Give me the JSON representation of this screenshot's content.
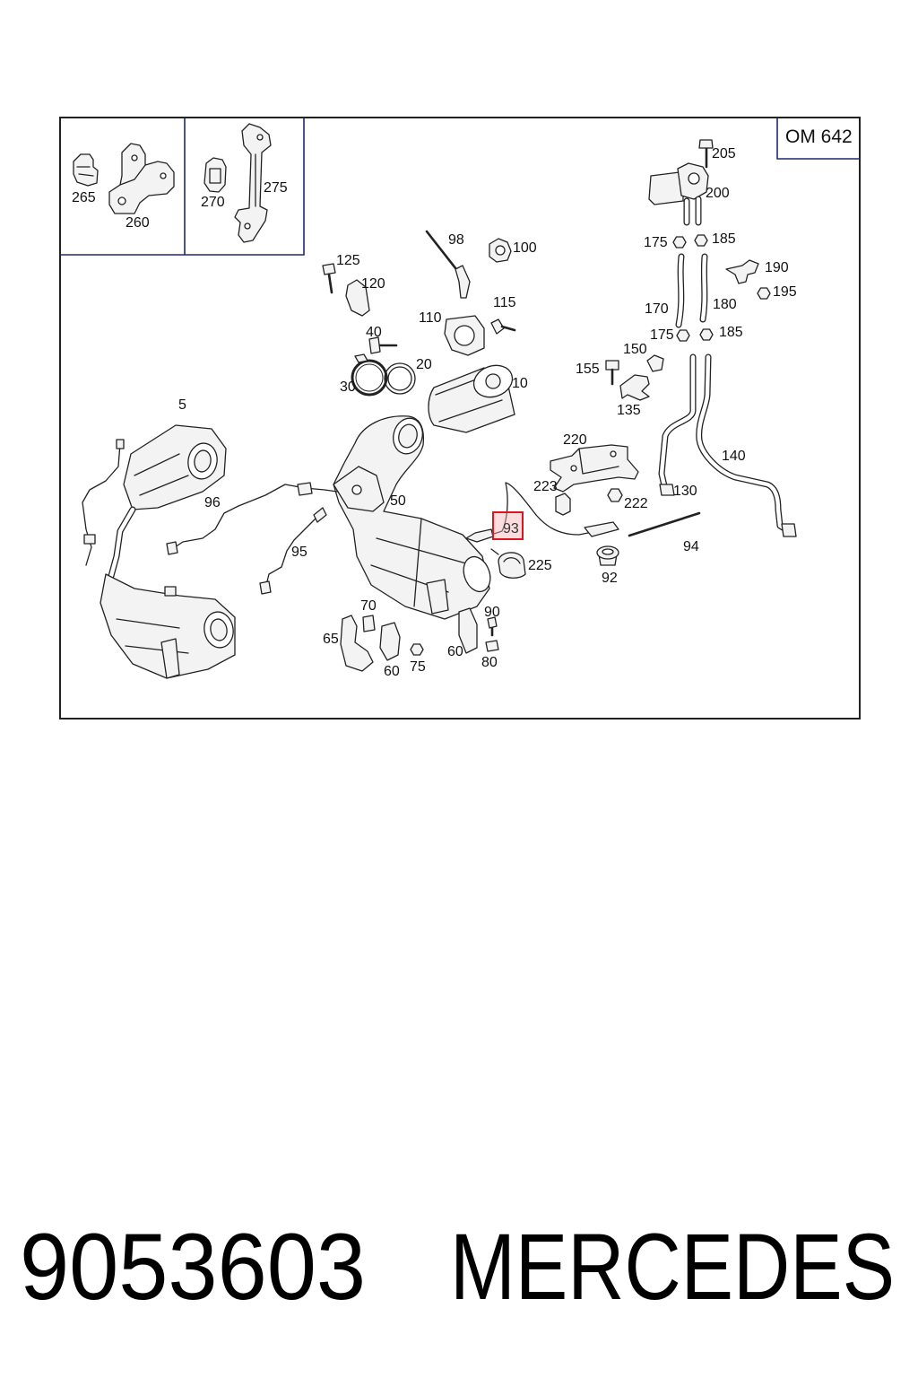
{
  "diagram": {
    "engine_code": "OM 642",
    "highlighted_label": "93",
    "inset_labels": [
      "265",
      "260",
      "270",
      "275"
    ],
    "callouts": [
      "205",
      "200",
      "175",
      "185",
      "190",
      "195",
      "170",
      "180",
      "175",
      "185",
      "150",
      "155",
      "135",
      "140",
      "130",
      "220",
      "223",
      "222",
      "94",
      "92",
      "225",
      "98",
      "100",
      "125",
      "120",
      "115",
      "110",
      "40",
      "20",
      "30",
      "10",
      "5",
      "96",
      "95",
      "50",
      "70",
      "65",
      "60",
      "75",
      "90",
      "60",
      "80"
    ]
  },
  "footer": {
    "part_number": "9053603",
    "brand": "MERCEDES"
  },
  "colors": {
    "frame": "#1f2a6b",
    "line_art": "#222222",
    "highlight_border": "#e0141e",
    "highlight_fill": "#f4b6b8",
    "text": "#111111"
  }
}
